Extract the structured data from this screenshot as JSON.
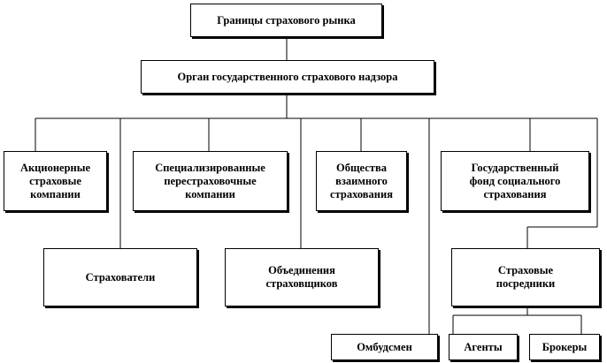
{
  "diagram": {
    "nodes": {
      "top": "Границы страхового рынка",
      "org": "Орган государственного страхового надзора",
      "joint": "Акционерные\nстраховые\nкомпании",
      "reins": "Специализированные\nперестраховочные\nкомпании",
      "mutual": "Общества\nвзаимного\nстрахования",
      "statefund": "Государственный\nфонд социального\nстрахования",
      "insured": "Страхователи",
      "assoc": "Объединения\nстраховщиков",
      "interm": "Страховые\nпосредники",
      "ombud": "Омбудсмен",
      "agents": "Агенты",
      "brokers": "Брокеры"
    },
    "edges": [
      [
        "top",
        "org"
      ],
      [
        "org",
        "joint"
      ],
      [
        "org",
        "insured"
      ],
      [
        "org",
        "reins"
      ],
      [
        "org",
        "assoc"
      ],
      [
        "org",
        "mutual"
      ],
      [
        "org",
        "ombud"
      ],
      [
        "org",
        "statefund"
      ],
      [
        "org",
        "interm"
      ],
      [
        "interm",
        "agents"
      ],
      [
        "interm",
        "brokers"
      ]
    ]
  }
}
